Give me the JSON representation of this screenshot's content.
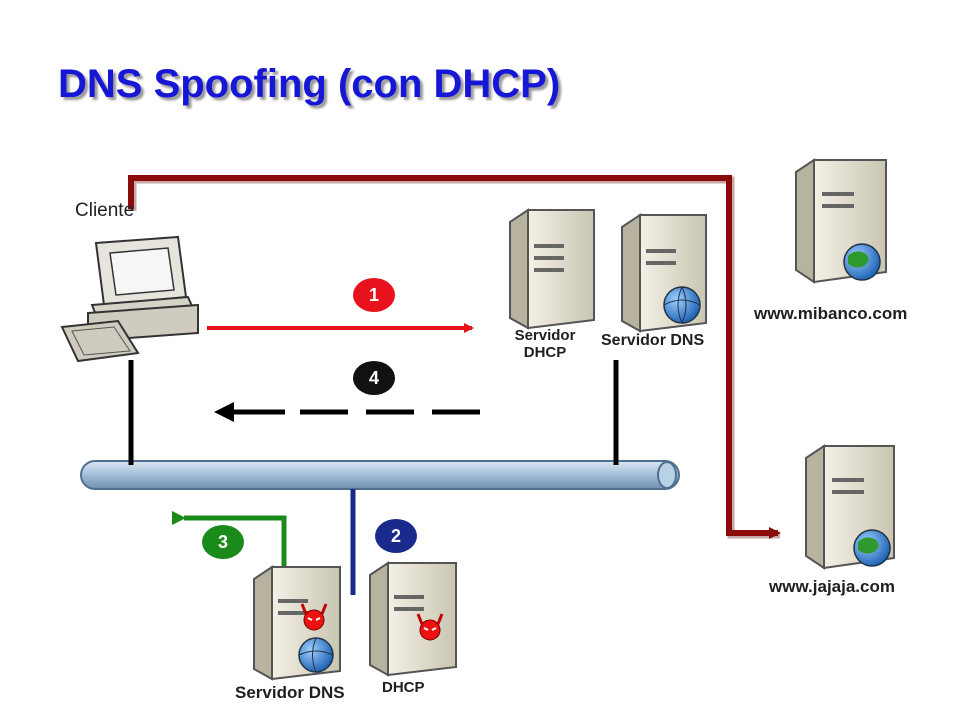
{
  "title": "DNS Spoofing (con DHCP)",
  "labels": {
    "client": "Cliente",
    "dhcp_server": "Servidor DHCP",
    "dns_server": "Servidor DNS",
    "bank_site": "www.mibanco.com",
    "fake_site": "www.jajaja.com",
    "rogue_dns": "Servidor DNS",
    "rogue_dhcp": "DHCP"
  },
  "steps": [
    "1",
    "2",
    "3",
    "4"
  ],
  "colors": {
    "title": "#1616d6",
    "step1": "#e8121e",
    "step2": "#1a2a8c",
    "step3": "#1a8a1a",
    "step4": "#111111",
    "redirect_line": "#8b0a0a",
    "bus": "#a9c6dd"
  },
  "icons": [
    "computer-icon",
    "server-icon",
    "globe-icon",
    "devil-icon"
  ]
}
